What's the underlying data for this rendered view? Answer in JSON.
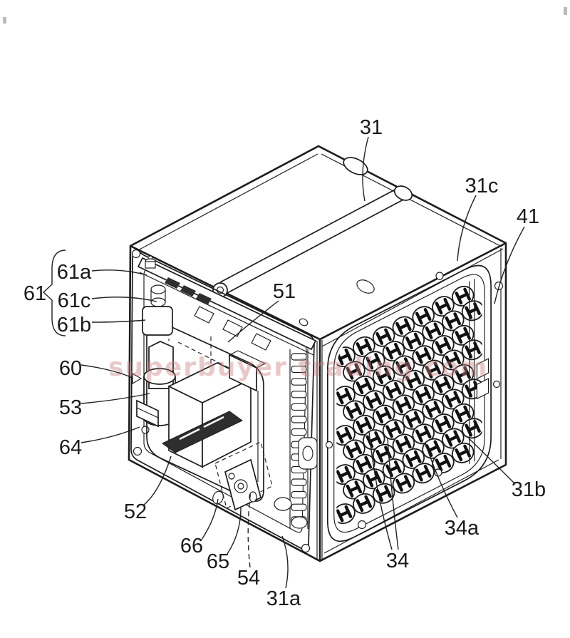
{
  "figure": {
    "kind": "patent-isometric-line-drawing",
    "watermark": "superbuyer trading com",
    "colors": {
      "line": "#1c1c1c",
      "label": "#1a1a1a",
      "watermark": "#c97f7f",
      "background": "#ffffff",
      "slot_fill": "#2e2e2e"
    },
    "labels": {
      "l31": "31",
      "l31a": "31a",
      "l31b": "31b",
      "l31c": "31c",
      "l41": "41",
      "l51": "51",
      "l52": "52",
      "l53": "53",
      "l54": "54",
      "l60": "60",
      "l61": "61",
      "l61a": "61a",
      "l61b": "61b",
      "l61c": "61c",
      "l64": "64",
      "l65": "65",
      "l66": "66",
      "l34": "34",
      "l34a": "34a"
    },
    "cell_grid": {
      "rows": 9,
      "cols": 8,
      "glyph": "H"
    }
  }
}
